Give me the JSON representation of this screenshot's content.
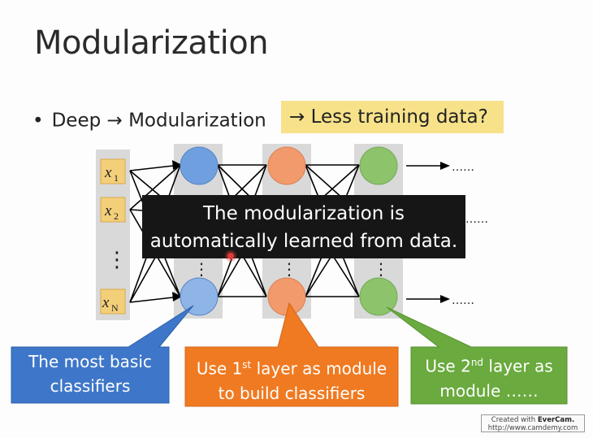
{
  "slide": {
    "title": "Modularization",
    "bullet": "•",
    "bullet_text": "Deep → Modularization",
    "highlight_text": "→ Less training data?"
  },
  "inputs": {
    "x1_var": "x",
    "x1_sub": "1",
    "x2_var": "x",
    "x2_sub": "2",
    "xn_var": "x",
    "xn_sub": "N",
    "ellipsis": "⋮"
  },
  "network": {
    "layer_ellipsis": "⋮",
    "out_dots_top": "……",
    "out_dots_mid": "……",
    "out_dots_bottom": "……"
  },
  "colors": {
    "input_box": "#f4cf7a",
    "column_bg": "#d9d9d9",
    "layer1": "#6f9fde",
    "layer2": "#f29a6c",
    "layer3": "#8cc36b",
    "callout_blue": "#3e77c9",
    "callout_orange": "#f07a22",
    "callout_green": "#6aaa3e"
  },
  "tooltip": {
    "line1": "The modularization is",
    "line2": "automatically learned from data."
  },
  "callouts": {
    "blue_line1": "The most basic",
    "blue_line2": "classifiers",
    "orange_pre": "Use 1",
    "orange_sup": "st",
    "orange_post": " layer as module",
    "orange_line2": "to build classifiers",
    "green_pre": "Use 2",
    "green_sup": "nd",
    "green_post": " layer as",
    "green_line2": "module ……"
  },
  "watermark": {
    "prefix": "Created with ",
    "brand": "EverCam.",
    "url": "http://www.camdemy.com"
  }
}
